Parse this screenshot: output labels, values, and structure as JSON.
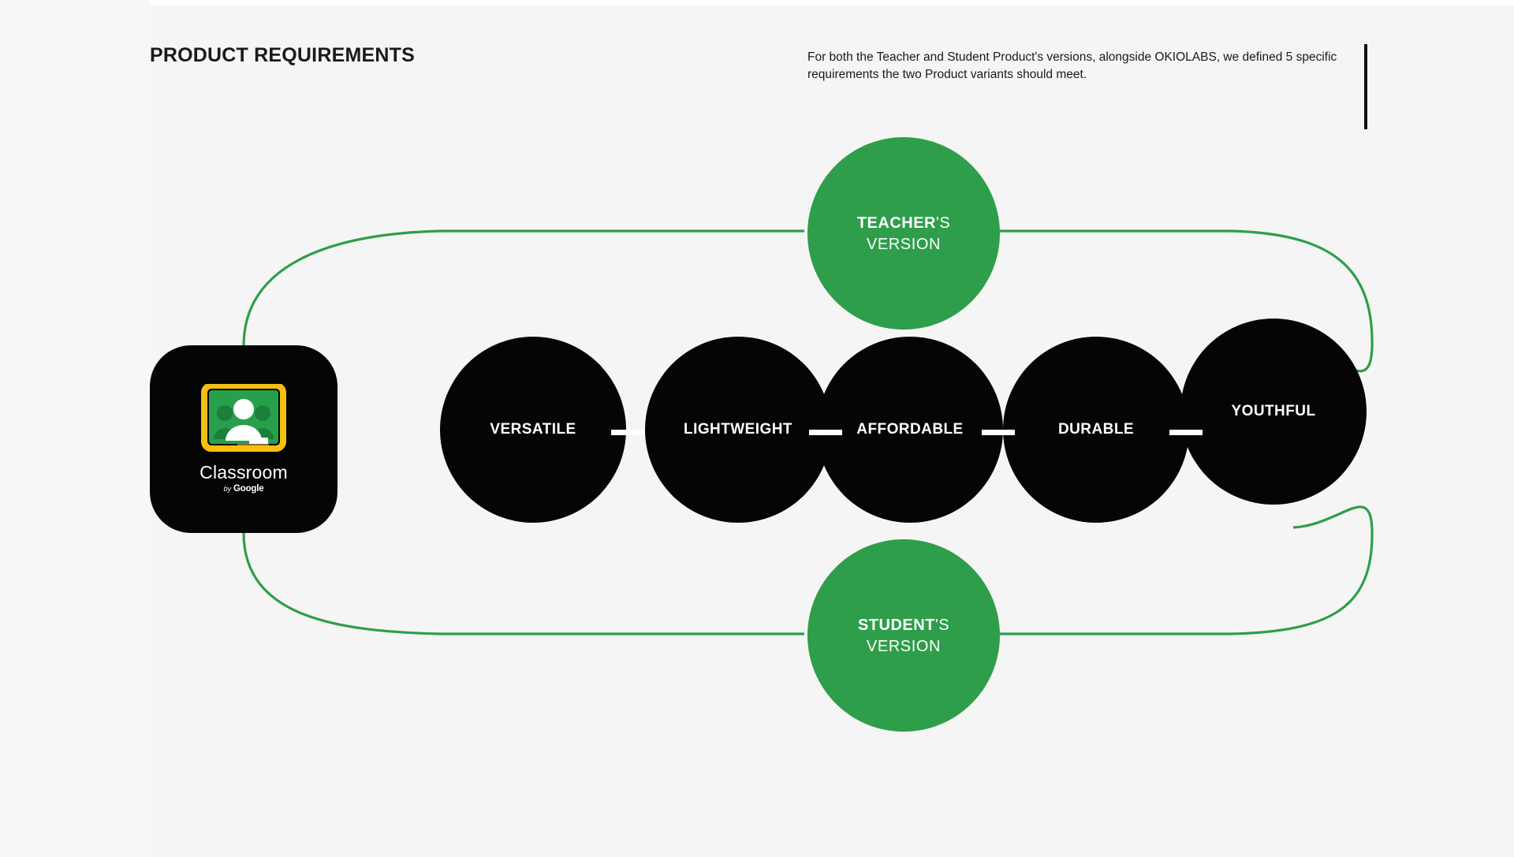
{
  "theme": {
    "background": "#f5f5f5",
    "accent_green": "#2E9E4A",
    "node_black": "#050505",
    "text_dark": "#1a1a1a",
    "text_light": "#ffffff",
    "classroom_board_green": "#27A04B",
    "classroom_border_yellow": "#F6BF13",
    "classroom_ledge_brown": "#8A6A2F"
  },
  "header": {
    "title": "PRODUCT REQUIREMENTS",
    "intro": "For both the Teacher and Student Product's versions, alongside OKIOLABS, we defined 5 specific requirements the two Product variants should meet."
  },
  "classroom": {
    "name": "Classroom",
    "by_prefix": "by",
    "by_brand": "Google",
    "icon": "google-classroom-icon"
  },
  "requirements": [
    {
      "label": "VERSATILE"
    },
    {
      "label": "LIGHTWEIGHT"
    },
    {
      "label": "AFFORDABLE"
    },
    {
      "label": "DURABLE"
    },
    {
      "label": "YOUTHFUL"
    }
  ],
  "connectors": {
    "count": 4,
    "style": "white-dash"
  },
  "versions": [
    {
      "id": "teacher",
      "who": "TEACHER",
      "possessive": "'S",
      "line2": "VERSION"
    },
    {
      "id": "student",
      "who": "STUDENT",
      "possessive": "'S",
      "line2": "VERSION"
    }
  ]
}
